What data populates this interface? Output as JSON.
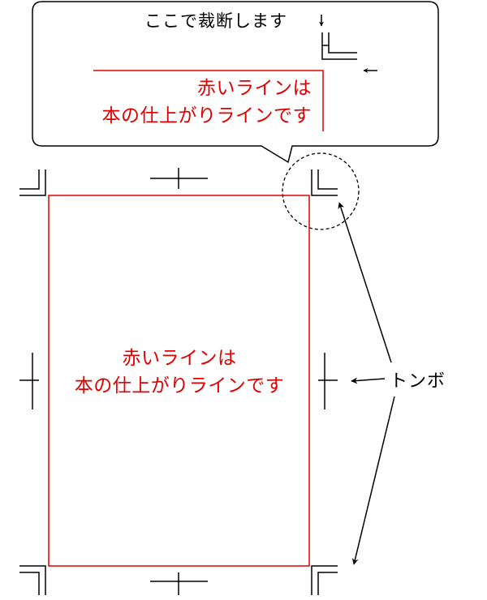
{
  "callout": {
    "title": "ここで裁断します",
    "red_line_1": "赤いラインは",
    "red_line_2": "本の仕上がりラインです"
  },
  "page": {
    "red_line_1": "赤いラインは",
    "red_line_2": "本の仕上がりラインです"
  },
  "trim_marks_label": "トンボ",
  "colors": {
    "trim_line": "#e00000",
    "text": "#000000"
  }
}
